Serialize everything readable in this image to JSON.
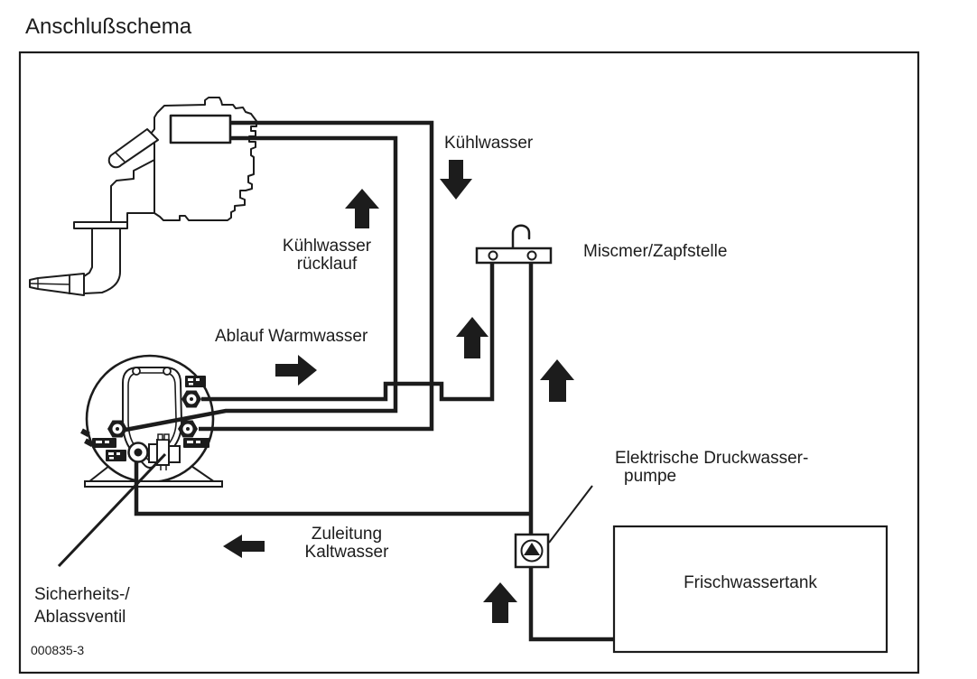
{
  "title": "Anschlußschema",
  "figure_code": "000835-3",
  "colors": {
    "ink": "#1c1c1c",
    "paper": "#ffffff"
  },
  "labels": {
    "cooling_water": "Kühlwasser",
    "cooling_water_return": {
      "line1": "Kühlwasser",
      "line2": "rücklauf"
    },
    "warm_water_drain": "Ablauf Warmwasser",
    "mixer_tap": "Miscmer/Zapfstelle",
    "pressure_pump": {
      "line1": "Elektrische Druckwasser-",
      "line2": "pumpe"
    },
    "fresh_water_tank": "Frischwassertank",
    "cold_water_supply": {
      "line1": "Zuleitung",
      "line2": "Kaltwasser"
    },
    "safety_drain_valve": {
      "line1": "Sicherheits-/",
      "line2": "Ablassventil"
    }
  },
  "components": [
    "engine",
    "water-heater-boiler",
    "mixer-tap",
    "electric-pressure-pump",
    "fresh-water-tank",
    "safety-drain-valve"
  ],
  "flow_arrows": [
    {
      "name": "cooling-water-down",
      "direction": "down"
    },
    {
      "name": "cooling-water-return-up",
      "direction": "up"
    },
    {
      "name": "warm-water-right",
      "direction": "right"
    },
    {
      "name": "warm-water-to-mixer-up",
      "direction": "up"
    },
    {
      "name": "cold-water-to-mixer-up",
      "direction": "up"
    },
    {
      "name": "tank-to-pump-up",
      "direction": "up"
    },
    {
      "name": "cold-water-supply-left",
      "direction": "left"
    }
  ]
}
